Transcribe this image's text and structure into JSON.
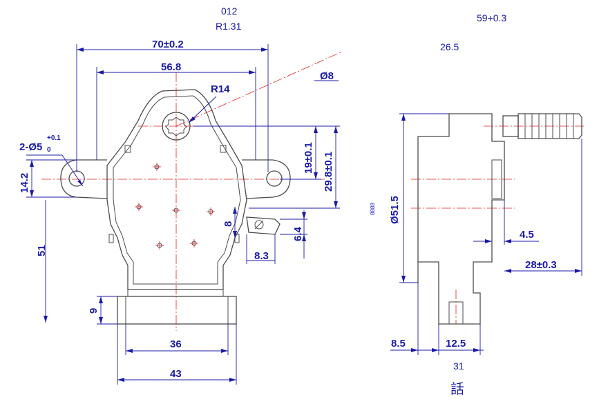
{
  "notes": {
    "top_code": "012",
    "top_radius": "R1.31",
    "top_right_dim": "59+0.3",
    "mid_right_dim": "26.5",
    "bottom_dim": "31",
    "bottom_char": "話",
    "tiny_marks": "8888"
  },
  "front_view": {
    "width_overall": "70±0.2",
    "hole_spacing": "56.8",
    "shaft_radius": "R14",
    "shaft_dia": "Ø8",
    "holes": "2-Ø5",
    "hole_tol_upper": "+0.1",
    "hole_tol_lower": "0",
    "ear_height": "14.2",
    "shaft_offset": "19±0.1",
    "shaft_to_base": "29.8±0.1",
    "total_height": "51",
    "terminal_8": "8",
    "terminal_6_4": "6.4",
    "terminal_8_3": "8.3",
    "base_height": "9",
    "base_inner": "36",
    "base_outer": "43"
  },
  "side_view": {
    "body_dia": "Ø51.5",
    "shaft_step": "4.5",
    "shaft_length": "28±0.3",
    "depth_left": "8.5",
    "depth_right": "12.5"
  }
}
